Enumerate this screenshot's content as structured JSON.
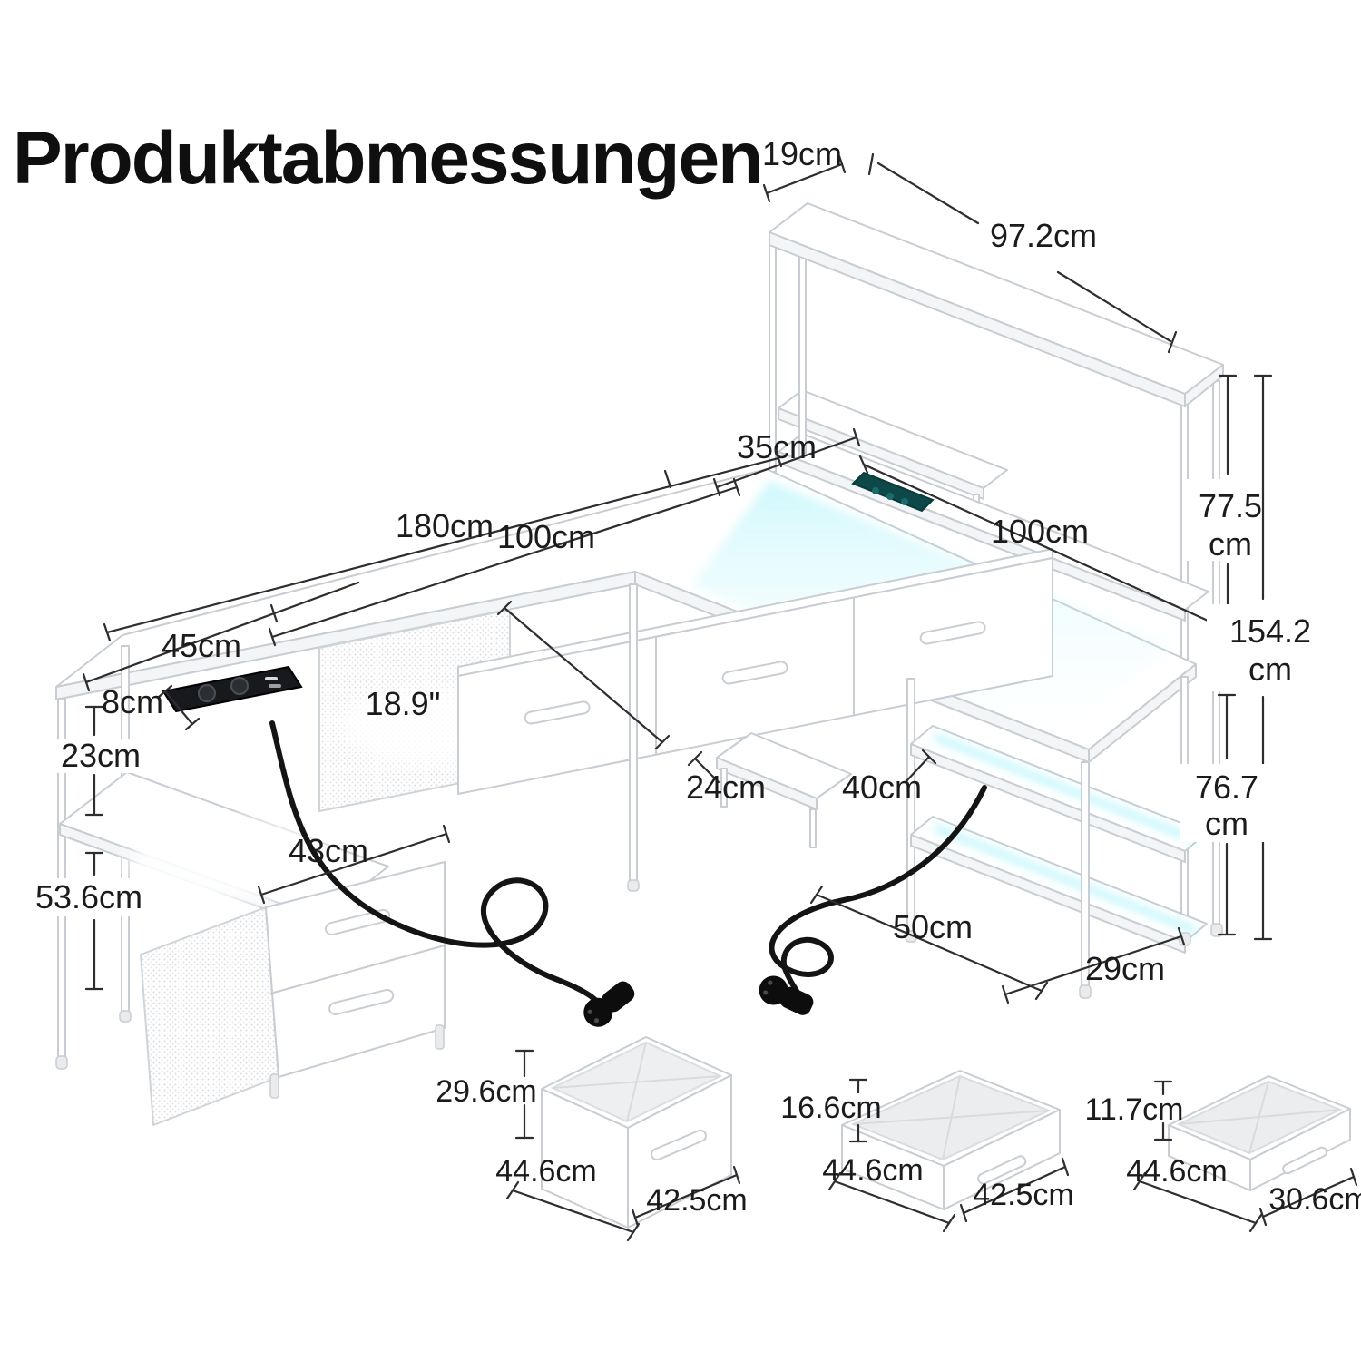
{
  "title": "Produktabmessungen",
  "dims": {
    "hutch_depth": "19cm",
    "hutch_length": "97.2cm",
    "corner_back": "35cm",
    "desk_length": "180cm",
    "desk_left_section": "100cm",
    "return_length": "100cm",
    "hutch_height_value": "77.5",
    "hutch_height_unit": "cm",
    "total_height_value": "154.2",
    "total_height_unit": "cm",
    "left_end_depth": "45cm",
    "edge_offset": "8cm",
    "shelf_drop": "23cm",
    "mid_depth": "18.9\"",
    "printer_shelf_width": "43cm",
    "cabinet_height": "53.6cm",
    "cpu_shelf_depth": "24cm",
    "cpu_shelf_width": "40cm",
    "desk_height_value": "76.7",
    "desk_height_unit": "cm",
    "lower_shelf_width": "50cm",
    "lower_shelf_depth": "29cm"
  },
  "drawers": [
    {
      "height": "29.6cm",
      "depth": "44.6cm",
      "width": "42.5cm"
    },
    {
      "height": "16.6cm",
      "depth": "44.6cm",
      "width": "42.5cm"
    },
    {
      "height": "11.7cm",
      "depth": "44.6cm",
      "width": "30.6cm"
    }
  ],
  "colors": {
    "led_glow": "#8deef8",
    "power_strip_left": "#17191d",
    "power_strip_right": "#0e4949",
    "cable": "#141414",
    "dimension_line": "#2e2e2e",
    "furniture_stroke": "#c7cdd2"
  }
}
